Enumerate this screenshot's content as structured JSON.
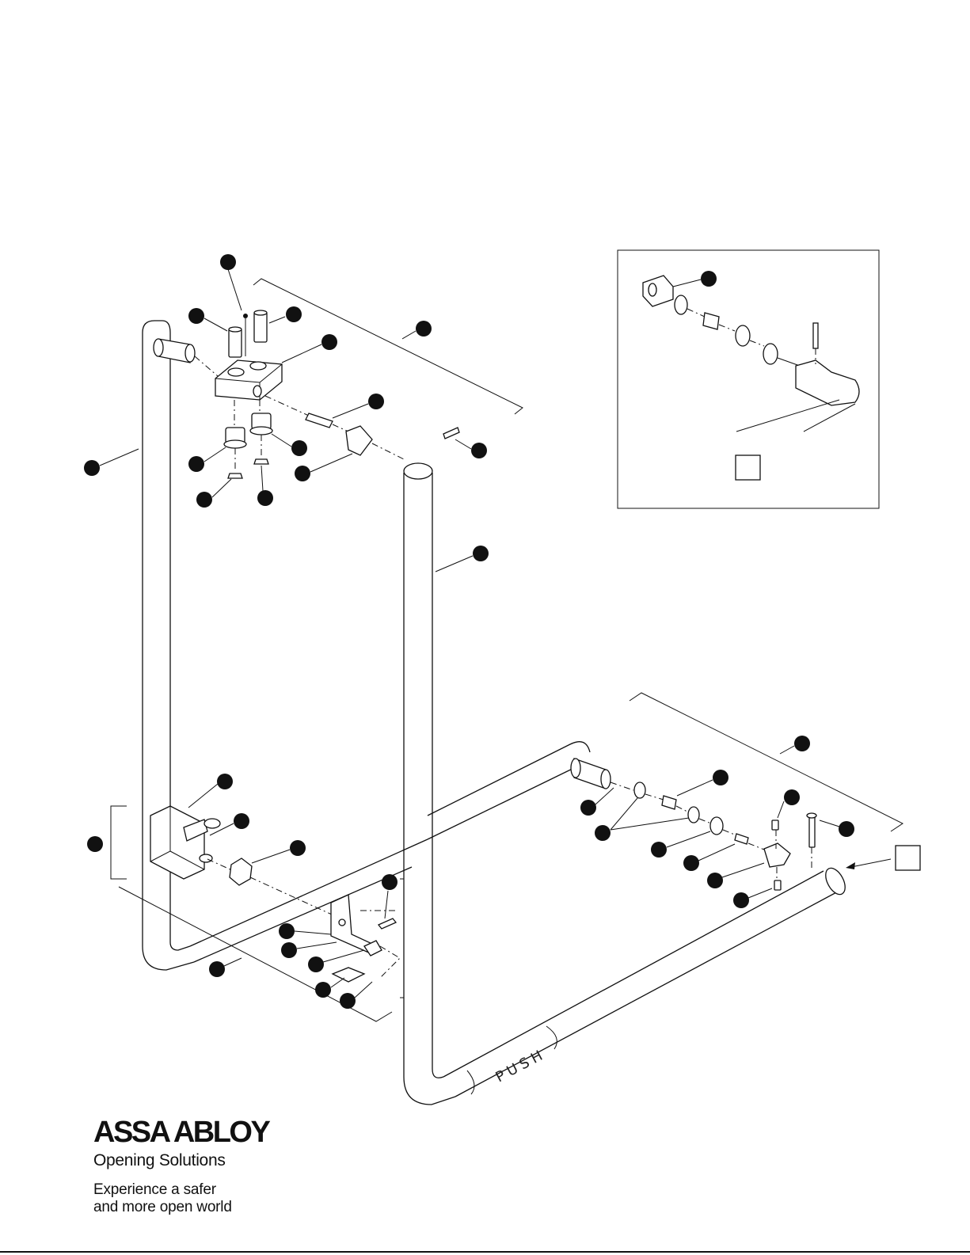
{
  "diagram": {
    "bar_label": "PUSH",
    "detail_ref_marker": ""
  },
  "logo": {
    "brand": "ASSA ABLOY",
    "subtitle": "Opening Solutions"
  },
  "tagline": {
    "line1": "Experience a safer",
    "line2": "and more open world"
  }
}
